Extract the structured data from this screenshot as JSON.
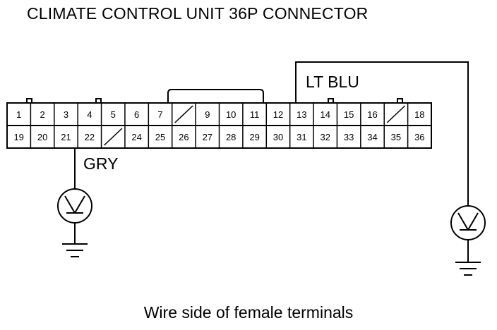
{
  "title": "CLIMATE CONTROL UNIT 36P CONNECTOR",
  "caption": "Wire side of female terminals",
  "wires": {
    "right": {
      "label": "LT BLU",
      "terminal": "13"
    },
    "left": {
      "label": "GRY",
      "terminal": "21"
    }
  },
  "connector": {
    "top_row": [
      "1",
      "2",
      "3",
      "4",
      "5",
      "6",
      "7",
      "",
      "9",
      "10",
      "11",
      "12",
      "13",
      "14",
      "15",
      "16",
      "",
      "18"
    ],
    "bottom_row": [
      "19",
      "20",
      "21",
      "22",
      "",
      "24",
      "25",
      "26",
      "27",
      "28",
      "29",
      "30",
      "31",
      "32",
      "33",
      "34",
      "35",
      "36"
    ]
  },
  "meters": [
    "voltmeter-icon",
    "voltmeter-icon"
  ],
  "grounds": [
    "ground-icon",
    "ground-icon"
  ]
}
